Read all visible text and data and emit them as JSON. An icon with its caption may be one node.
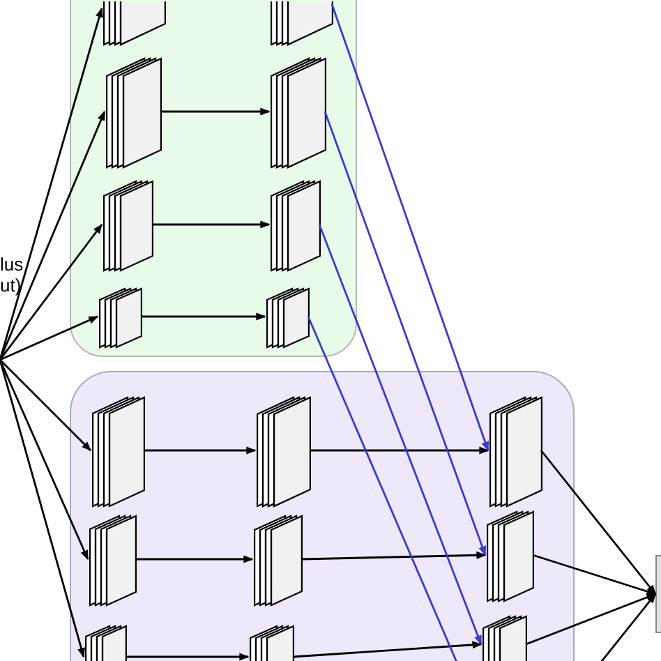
{
  "diagram": {
    "nodes": [
      {
        "text": [],
        "shape": "box"
      },
      {
        "text": [],
        "shape": "box",
        "in": 0
      },
      {
        "text": [],
        "shape": "box",
        "in": 0
      },
      {
        "text": [],
        "shape": "box",
        "in": 0
      },
      {
        "text": [],
        "shape": "box",
        "in": 0
      },
      {
        "text": [],
        "shape": "box",
        "in": 0
      },
      {
        "text": [],
        "shape": "box",
        "in": 0
      },
      {
        "text": [],
        "shape": "box",
        "in": 0
      },
      {
        "text": [],
        "shape": "box",
        "in": 0
      },
      {
        "text": [],
        "shape": "box"
      },
      {
        "text": [],
        "shape": "box",
        "in": 9
      },
      {
        "text": [],
        "shape": "box",
        "in": 9
      },
      {
        "text": [],
        "shape": "box",
        "in": 9
      },
      {
        "text": [],
        "shape": "box",
        "in": 9
      },
      {
        "text": [],
        "shape": "box",
        "in": 9
      },
      {
        "text": [],
        "shape": "box",
        "in": 9
      },
      {
        "text": [],
        "shape": "box",
        "in": 9
      },
      {
        "text": [],
        "shape": "box",
        "in": 9
      },
      {
        "text": [],
        "shape": "box",
        "in": 9
      },
      {
        "text": [],
        "shape": "box"
      }
    ],
    "edges": [
      {
        "from": null,
        "to": 1,
        "arrow": "to"
      },
      {
        "from": null,
        "to": 3,
        "arrow": "to"
      },
      {
        "from": null,
        "to": 5,
        "arrow": "to"
      },
      {
        "from": null,
        "to": 7,
        "arrow": "to"
      },
      {
        "from": null,
        "to": 10,
        "arrow": "to"
      },
      {
        "from": null,
        "to": 13,
        "arrow": "to"
      },
      {
        "from": null,
        "to": 16,
        "arrow": "to"
      },
      {
        "from": 3,
        "to": 4,
        "arrow": "to"
      },
      {
        "from": 5,
        "to": 6,
        "arrow": "to"
      },
      {
        "from": 7,
        "to": 8,
        "arrow": "to"
      },
      {
        "from": 10,
        "to": 11,
        "arrow": "to"
      },
      {
        "from": 11,
        "to": 12,
        "arrow": "to"
      },
      {
        "from": 13,
        "to": 14,
        "arrow": "to"
      },
      {
        "from": 14,
        "to": 15,
        "arrow": "to"
      },
      {
        "from": 16,
        "to": 17,
        "arrow": "to"
      },
      {
        "from": 17,
        "to": 18,
        "arrow": "to"
      },
      {
        "from": 2,
        "to": 12,
        "arrow": "to",
        "color": "#3a3acc"
      },
      {
        "from": 4,
        "to": 15,
        "arrow": "to",
        "color": "#3a3acc"
      },
      {
        "from": 6,
        "to": 18,
        "arrow": "to",
        "color": "#3a3acc"
      },
      {
        "from": 8,
        "to": null,
        "arrow": "none",
        "color": "#3a3acc"
      },
      {
        "from": 12,
        "to": 19,
        "arrow": "to"
      },
      {
        "from": 15,
        "to": 19,
        "arrow": "to"
      },
      {
        "from": 18,
        "to": 19,
        "arrow": "to"
      },
      {
        "from": null,
        "to": 19,
        "arrow": "to"
      }
    ],
    "labels": [
      "lus ut)"
    ]
  }
}
